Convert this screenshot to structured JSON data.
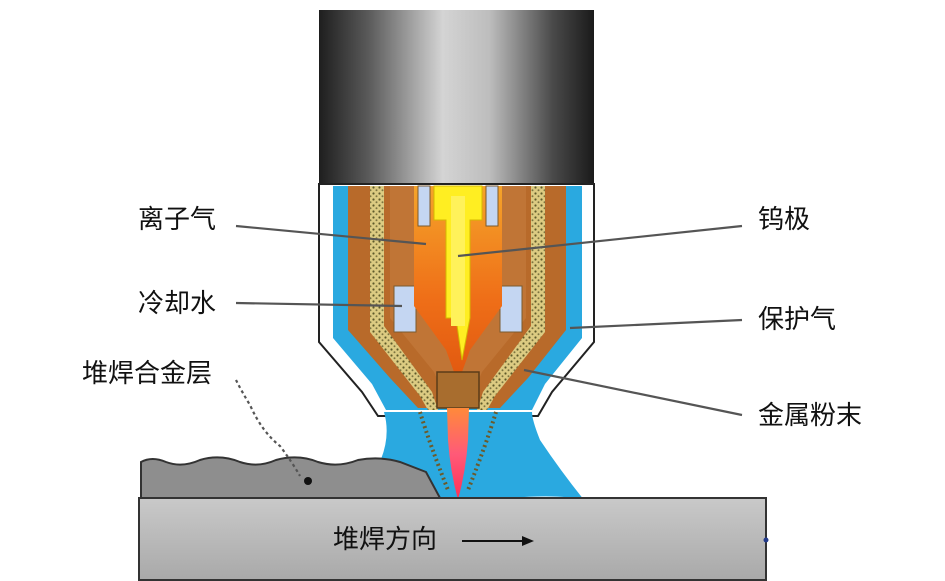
{
  "labels": {
    "ion_gas": "离子气",
    "tungsten_electrode": "钨极",
    "cooling_water": "冷却水",
    "shielding_gas": "保护气",
    "cladding_layer": "堆焊合金层",
    "metal_powder": "金属粉末",
    "welding_direction": "堆焊方向"
  },
  "colors": {
    "torch_top_dark": "#2a2a2a",
    "torch_top_light": "#bdbdbd",
    "nozzle_outer": "#b86a2a",
    "cooling_blue": "#2aa9e0",
    "core_orange": "#f07a1a",
    "electrode_yellow": "#ffee22",
    "powder_channel": "#d8c77a",
    "arc_pink": "#ff5a78",
    "plate_gray": "#b8b8b8",
    "cladding_gray": "#8a8a8a",
    "vent_light": "#c4d6f2"
  }
}
